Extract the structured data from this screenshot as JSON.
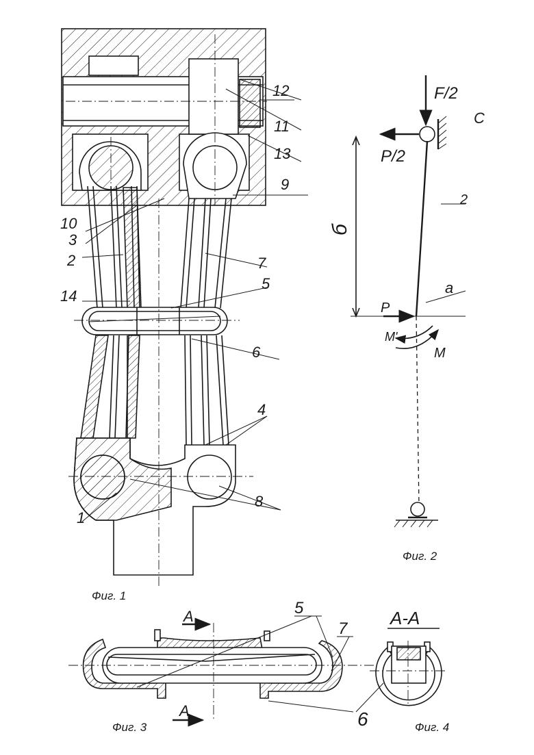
{
  "figures": {
    "fig1": {
      "caption": "Фиг. 1",
      "labels": [
        "12",
        "11",
        "13",
        "9",
        "10",
        "3",
        "2",
        "7",
        "5",
        "14",
        "6",
        "4",
        "8",
        "1"
      ]
    },
    "fig2": {
      "caption": "Фиг. 2",
      "labels": {
        "force_top": "F/2",
        "support": "C",
        "force_horizontal_top": "P/2",
        "dimension": "б",
        "rod": "2",
        "point": "a",
        "force_bottom": "P",
        "moment_prime": "M'",
        "moment": "M"
      }
    },
    "fig3": {
      "caption": "Фиг. 3",
      "labels": [
        "5",
        "7"
      ],
      "section_top": "А",
      "section_bottom": "А"
    },
    "fig4": {
      "caption": "Фиг. 4",
      "title": "А-А",
      "labels": [
        "6"
      ]
    }
  }
}
